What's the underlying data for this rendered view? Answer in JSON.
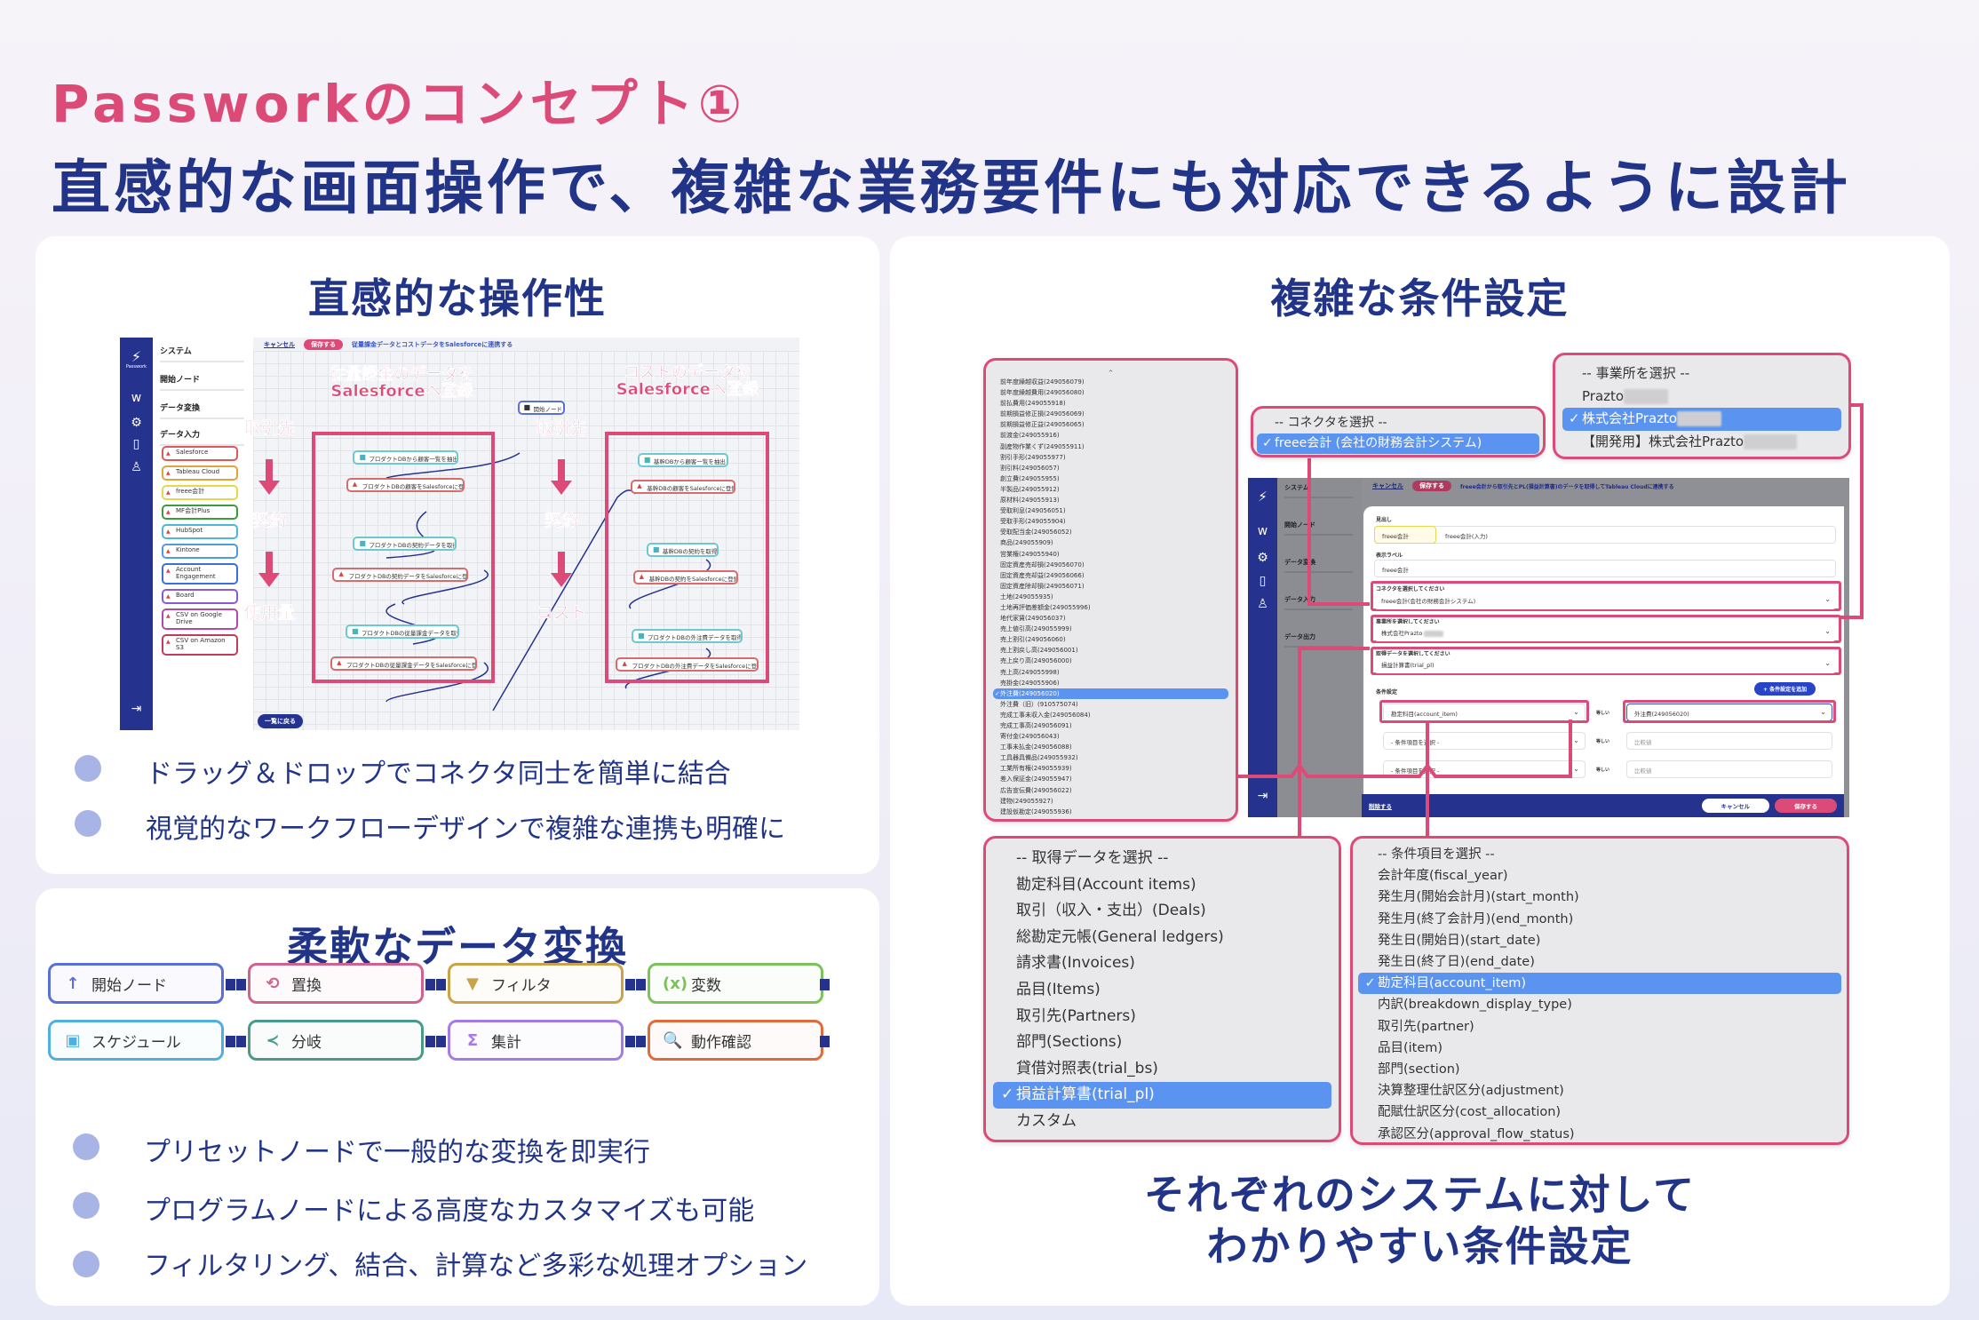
{
  "header": {
    "subtitle": "Passworkのコンセプト①",
    "title": "直感的な画面操作で、複雑な業務要件にも対応できるように設計"
  },
  "colors": {
    "accent_pink": "#dc4b78",
    "navy": "#213487",
    "select_blue": "#5b93f1"
  },
  "intuitive": {
    "title": "直感的な操作性",
    "bullets": [
      "ドラッグ＆ドロップでコネクタ同士を簡単に結合",
      "視覚的なワークフローデザインで複雑な連携も明確に"
    ],
    "screenshot": {
      "logo_text": "Passwork",
      "cancel": "キャンセル",
      "save": "保存する",
      "flow_title": "従量課金データとコストデータをSalesforceに連携する",
      "groups": [
        "システム",
        "開始ノード",
        "データ変換",
        "データ入力"
      ],
      "connectors": [
        {
          "label": "Salesforce",
          "color": "#d85a5a"
        },
        {
          "label": "Tableau Cloud",
          "color": "#e0a63a"
        },
        {
          "label": "freee会計",
          "color": "#e6d84a"
        },
        {
          "label": "MF会計Plus",
          "color": "#3d9a3d"
        },
        {
          "label": "HubSpot",
          "color": "#4fb6d6"
        },
        {
          "label": "Kintone",
          "color": "#4f9be0"
        },
        {
          "label": "Account Engagement",
          "color": "#3d6fd8"
        },
        {
          "label": "Board",
          "color": "#8a5ad6"
        },
        {
          "label": "CSV on Google Drive",
          "color": "#b24aa8"
        },
        {
          "label": "CSV on Amazon S3",
          "color": "#c43a5a"
        }
      ],
      "start_node": "開始ノード",
      "back_button": "一覧に戻る",
      "annotation_left": "従量課金のデータを\nSalesforceへ登録",
      "annotation_right": "コストのデータを\nSalesforceへ登録",
      "steps_left": [
        "取引先",
        "契約",
        "使用量"
      ],
      "steps_right": [
        "取引先",
        "契約",
        "コスト"
      ],
      "flow_left": [
        {
          "label": "プロダクトDBから顧客一覧を抽出",
          "kind": "db"
        },
        {
          "label": "プロダクトDBの顧客をSalesforceに登録",
          "kind": "sf"
        },
        {
          "label": "プロダクトDBの契約データを取得",
          "kind": "db"
        },
        {
          "label": "プロダクトDBの契約データをSalesforceに登録",
          "kind": "sf"
        },
        {
          "label": "プロダクトDBの従量課金データを取得",
          "kind": "db"
        },
        {
          "label": "プロダクトDBの従量課金データをSalesforceに登録",
          "kind": "sf"
        }
      ],
      "flow_right": [
        {
          "label": "基幹DBから顧客一覧を抽出",
          "kind": "db"
        },
        {
          "label": "基幹DBの顧客をSalesforceに登録",
          "kind": "sf"
        },
        {
          "label": "基幹DBの契約を取得",
          "kind": "db"
        },
        {
          "label": "基幹DBの契約をSalesforceに登録",
          "kind": "sf"
        },
        {
          "label": "プロダクトDBの外注費データを取得",
          "kind": "db"
        },
        {
          "label": "プロダクトDBの外注費データをSalesforceに登録",
          "kind": "sf"
        }
      ]
    }
  },
  "transform": {
    "title": "柔軟なデータ変換",
    "nodes": [
      {
        "label": "開始ノード",
        "icon": "↑",
        "icon_name": "arrow-up-icon",
        "color": "#5b6fd8"
      },
      {
        "label": "置換",
        "icon": "⟲",
        "icon_name": "replace-icon",
        "color": "#d0628e"
      },
      {
        "label": "フィルタ",
        "icon": "▼",
        "icon_name": "filter-icon",
        "color": "#c9a24a"
      },
      {
        "label": "変数",
        "icon": "(x)",
        "icon_name": "variable-icon",
        "color": "#7cc25a"
      },
      {
        "label": "スケジュール",
        "icon": "▣",
        "icon_name": "calendar-icon",
        "color": "#4fb0e0"
      },
      {
        "label": "分岐",
        "icon": "≺",
        "icon_name": "branch-icon",
        "color": "#4a9a8a"
      },
      {
        "label": "集計",
        "icon": "Σ",
        "icon_name": "sigma-icon",
        "color": "#a47ae6"
      },
      {
        "label": "動作確認",
        "icon": "🔍",
        "icon_name": "search-icon",
        "color": "#e06a3a"
      }
    ],
    "bullets": [
      "プリセットノードで一般的な変換を即実行",
      "プログラムノードによる高度なカスタマイズも可能",
      "フィルタリング、結合、計算など多彩な処理オプション"
    ]
  },
  "conditions": {
    "title": "複雑な条件設定",
    "account_list": {
      "items": [
        "前年度繰越収益(249056079)",
        "前年度繰越費用(249056080)",
        "前払費用(249055918)",
        "前期損益修正損(249056069)",
        "前期損益修正益(249056065)",
        "前渡金(249055916)",
        "副産物作業くず(249055911)",
        "割引手形(249055977)",
        "割引料(249056057)",
        "創立費(249055955)",
        "半製品(249055912)",
        "原材料(249055913)",
        "受取利息(249056051)",
        "受取手形(249055904)",
        "受取配当金(249056052)",
        "商品(249055909)",
        "営業権(249055940)",
        "固定資産売却損(249056070)",
        "固定資産売却益(249056066)",
        "固定資産除却損(249056071)",
        "土地(249055935)",
        "土地再評価差額金(249055996)",
        "地代家賃(249056037)",
        "売上値引高(249055999)",
        "売上割引(249056060)",
        "売上割戻し高(249056001)",
        "売上戻り高(249056000)",
        "売上高(249055998)",
        "売掛金(249055906)",
        "外注費(249056020)",
        "外注費（旧）(910575074)",
        "完成工事未収入金(249056084)",
        "完成工事高(249056091)",
        "寄付金(249056043)",
        "工事未払金(249056088)",
        "工具器具備品(249055932)",
        "工業所有権(249055939)",
        "差入保証金(249055947)",
        "広告宣伝費(249056022)",
        "建物(249055927)",
        "建設仮勘定(249055936)"
      ],
      "selected_index": 29
    },
    "connector_dropdown": {
      "items": [
        "-- コネクタを選択 --",
        "freee会計 (会社の財務会計システム)"
      ],
      "selected_index": 1
    },
    "office_dropdown": {
      "items": [
        "-- 事業所を選択 --",
        "Prazto",
        "株式会社Prazto",
        "【開発用】株式会社Prazto"
      ],
      "selected_index": 2
    },
    "data_dropdown": {
      "items": [
        "-- 取得データを選択 --",
        "勘定科目(Account items)",
        "取引（収入・支出）(Deals)",
        "総勘定元帳(General ledgers)",
        "請求書(Invoices)",
        "品目(Items)",
        "取引先(Partners)",
        "部門(Sections)",
        "貸借対照表(trial_bs)",
        "損益計算書(trial_pl)",
        "カスタム"
      ],
      "selected_index": 9
    },
    "field_dropdown": {
      "items": [
        "-- 条件項目を選択 --",
        "会計年度(fiscal_year)",
        "発生月(開始会計月)(start_month)",
        "発生月(終了会計月)(end_month)",
        "発生日(開始日)(start_date)",
        "発生日(終了日)(end_date)",
        "勘定科目(account_item)",
        "内訳(breakdown_display_type)",
        "取引先(partner)",
        "品目(item)",
        "部門(section)",
        "決算整理仕訳区分(adjustment)",
        "配賦仕訳区分(cost_allocation)",
        "承認区分(approval_flow_status)"
      ],
      "selected_index": 6
    },
    "screenshot": {
      "cancel": "キャンセル",
      "save": "保存する",
      "flow_title": "freee会計から取引先とPL(損益計算書)のデータを取得してTableau Cloudに連携する",
      "groups": [
        "システム",
        "開始ノード",
        "データ変換",
        "データ入力",
        "データ出力"
      ],
      "type_label": "見出し",
      "type_chip": "freee会計",
      "type_value": "freee会計(入力)",
      "display_label": "表示ラベル",
      "display_value": "freee会計",
      "connector_label": "コネクタを選択してください",
      "connector_value": "freee会計(会社の財務会計システム)",
      "office_label": "事業所を選択してください",
      "office_value": "株式会社Prazto",
      "data_label": "取得データを選択してください",
      "data_value": "損益計算書(trial_pl)",
      "cond_label": "条件設定",
      "add_cond": "+ 条件設定を追加",
      "cond_rows": [
        {
          "field": "勘定科目(account_item)",
          "op": "等しい",
          "value": "外注費(249056020)"
        },
        {
          "field": "- 条件項目を選択 -",
          "op": "等しい",
          "value": "比較値"
        },
        {
          "field": "- 条件項目を選択 -",
          "op": "等しい",
          "value": "比較値"
        }
      ],
      "delete": "削除する",
      "footer_cancel": "キャンセル",
      "footer_save": "保存する"
    },
    "closing": [
      "それぞれのシステムに対して",
      "わかりやすい条件設定"
    ]
  }
}
